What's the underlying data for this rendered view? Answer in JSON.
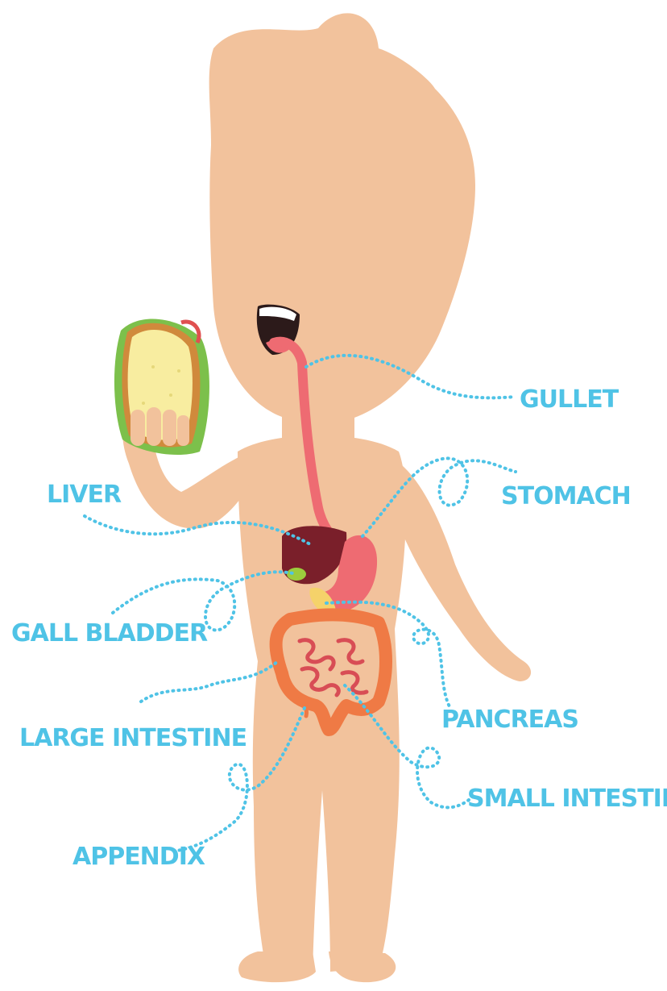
{
  "labels": {
    "gullet": "GULLET",
    "stomach": "STOMACH",
    "liver": "LIVER",
    "gall_bladder": "GALL BLADDER",
    "large_intestine": "LARGE INTESTINE",
    "pancreas": "PANCREAS",
    "small_intestine": "SMALL INTESTINE",
    "appendix": "APPENDIX"
  },
  "colors": {
    "skin": "#f2c29c",
    "label": "#4fc3e6",
    "leader_line": "#4fc3e6",
    "gullet": "#ee6b72",
    "liver": "#7a1f2a",
    "intestine": "#ef7a45",
    "small_intestine": "#d84d55",
    "gall_bladder": "#9ccc3d",
    "pancreas": "#f5d26a",
    "bread": "#f8eda0",
    "crust": "#d08a3c",
    "lettuce": "#7cc04b"
  },
  "icons": {
    "figure": "child-figure-icon",
    "food": "sandwich-icon"
  }
}
